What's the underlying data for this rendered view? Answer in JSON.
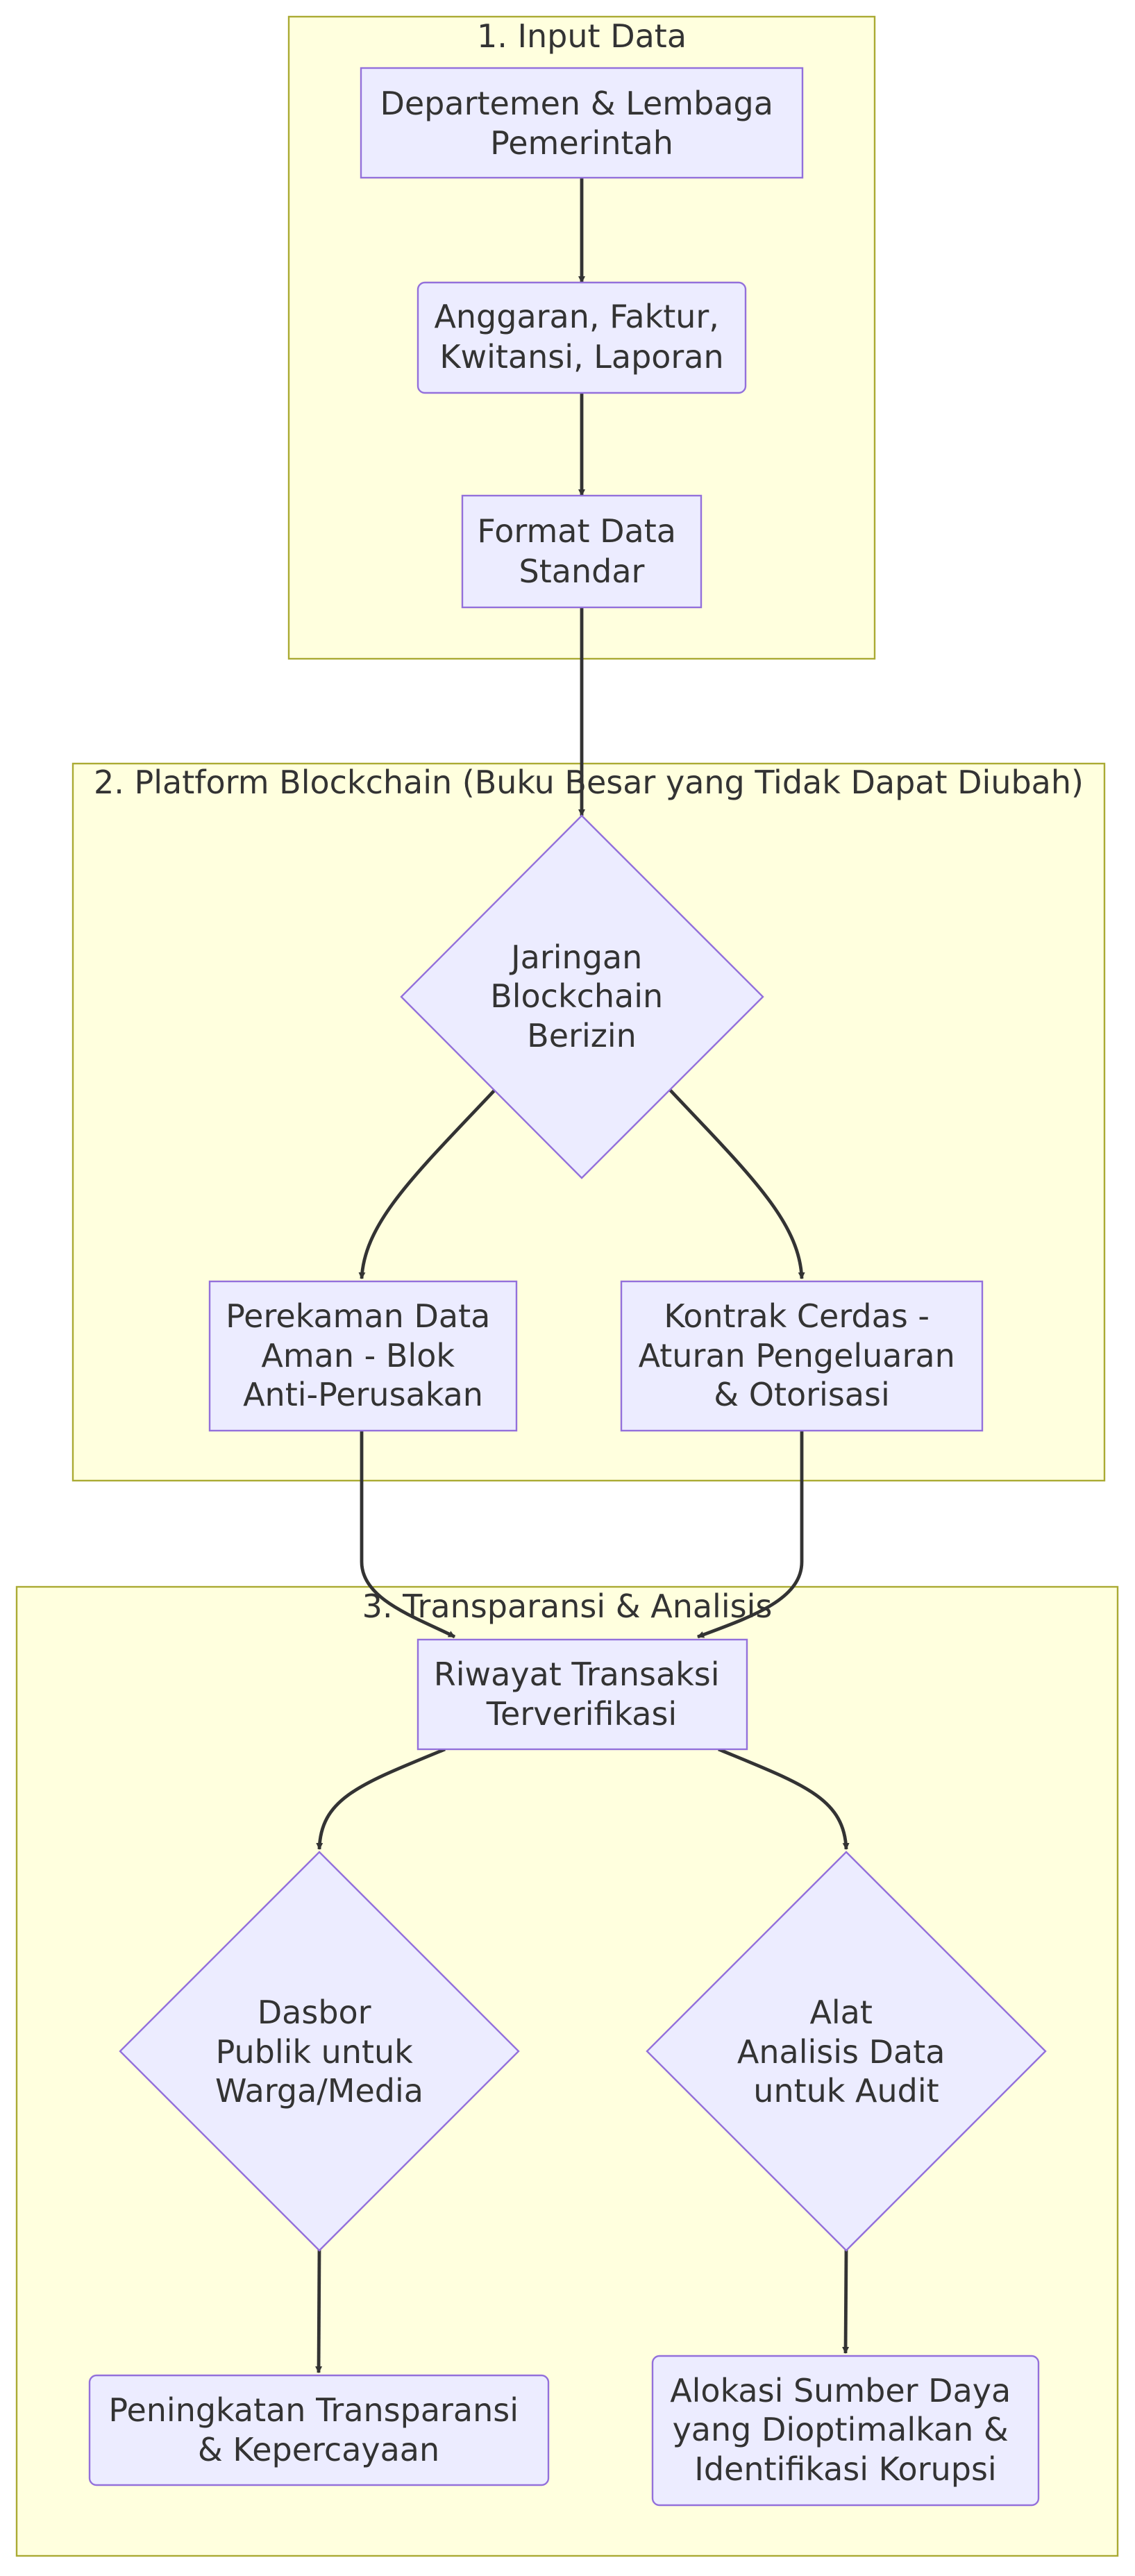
{
  "clusters": {
    "input": {
      "title": "1. Input Data"
    },
    "blockchain": {
      "title": "2. Platform Blockchain (Buku Besar yang Tidak Dapat Diubah)"
    },
    "transparency": {
      "title": "3. Transparansi & Analisis"
    }
  },
  "nodes": {
    "departments": {
      "lines": [
        "Departemen & Lembaga",
        "Pemerintah"
      ]
    },
    "documents": {
      "lines": [
        "Anggaran, Faktur,",
        "Kwitansi, Laporan"
      ]
    },
    "format": {
      "lines": [
        "Format Data",
        "Standar"
      ]
    },
    "network": {
      "lines": [
        "Jaringan",
        "Blockchain",
        "Berizin"
      ]
    },
    "recording": {
      "lines": [
        "Perekaman Data",
        "Aman - Blok",
        "Anti-Perusakan"
      ]
    },
    "contracts": {
      "lines": [
        "Kontrak Cerdas -",
        "Aturan Pengeluaran",
        "& Otorisasi"
      ]
    },
    "history": {
      "lines": [
        "Riwayat Transaksi",
        "Terverifikasi"
      ]
    },
    "dashboard": {
      "lines": [
        "Dasbor",
        "Publik untuk",
        "Warga/Media"
      ]
    },
    "analytics": {
      "lines": [
        "Alat",
        "Analisis Data",
        "untuk Audit"
      ]
    },
    "trust": {
      "lines": [
        "Peningkatan Transparansi",
        "& Kepercayaan"
      ]
    },
    "allocation": {
      "lines": [
        "Alokasi Sumber Daya",
        "yang Dioptimalkan &",
        "Identifikasi Korupsi"
      ]
    }
  }
}
